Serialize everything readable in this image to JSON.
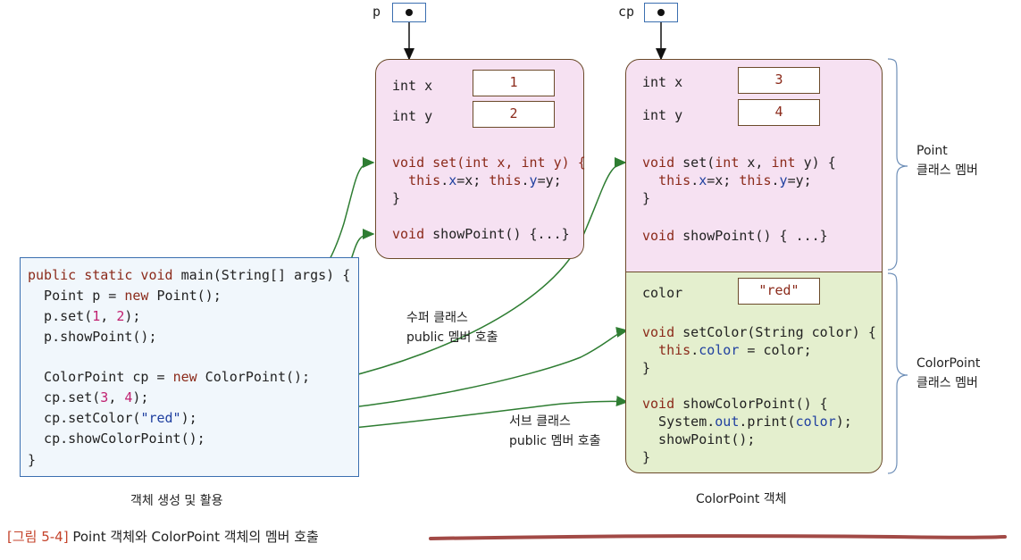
{
  "ref_p": {
    "label": "p"
  },
  "ref_cp": {
    "label": "cp"
  },
  "point_object": {
    "field_x_label": "int x",
    "field_x_value": "1",
    "field_y_label": "int y",
    "field_y_value": "2",
    "set_line1": "void set(int x, int y) {",
    "set_line2": "  this.x=x; this.y=y;",
    "set_line3": "}",
    "show_point": "void showPoint() {...}"
  },
  "colorpoint_object": {
    "field_x_label": "int x",
    "field_x_value": "3",
    "field_y_label": "int y",
    "field_y_value": "4",
    "set_line1": "void set(int x, int y) {",
    "set_line2": "  this.x=x; this.y=y;",
    "set_line3": "}",
    "show_point": "void showPoint() { ...}",
    "color_label": "color",
    "color_value": "\"red\"",
    "setcolor_line1": "void setColor(String color) {",
    "setcolor_line2": "  this.color = color;",
    "setcolor_line3": "}",
    "showcolor_line1": "void showColorPoint() {",
    "showcolor_line2": "  System.out.print(color);",
    "showcolor_line3": "  showPoint();",
    "showcolor_line4": "}",
    "caption": "ColorPoint 객체"
  },
  "brace_labels": {
    "point_line1": "Point",
    "point_line2": "클래스 멤버",
    "colorpoint_line1": "ColorPoint",
    "colorpoint_line2": "클래스 멤버"
  },
  "main_code": {
    "line1": "public static void main(String[] args) {",
    "line2": "  Point p = new Point();",
    "line3": "  p.set(1, 2);",
    "line4": "  p.showPoint();",
    "line5": "",
    "line6": "  ColorPoint cp = new ColorPoint();",
    "line7": "  cp.set(3, 4);",
    "line8": "  cp.setColor(\"red\");",
    "line9": "  cp.showColorPoint();",
    "line10": "}",
    "caption": "객체 생성 및 활용"
  },
  "annotations": {
    "super_line1": "수퍼 클래스",
    "super_line2": "public 멤버 호출",
    "sub_line1": "서브 클래스",
    "sub_line2": "public 멤버 호출"
  },
  "figure_caption": {
    "number": "[그림 5-4]",
    "text": "Point 객체와 ColorPoint 객체의 멤버 호출"
  },
  "colors": {
    "arrow": "#2e7d32",
    "pink_bg": "#f6e1f2",
    "green_bg": "#e4efce",
    "caption_red": "#c4432b"
  }
}
